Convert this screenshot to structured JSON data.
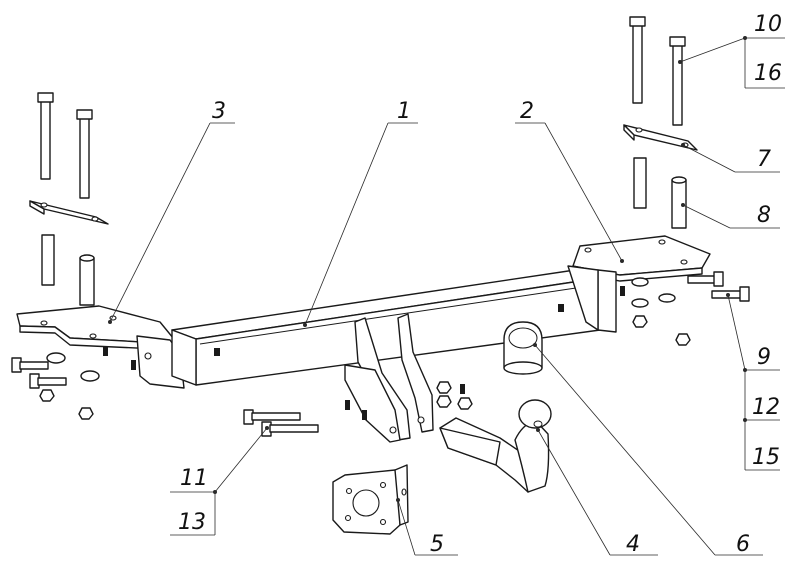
{
  "callouts": {
    "c1": "1",
    "c2": "2",
    "c3": "3",
    "c4": "4",
    "c5": "5",
    "c6": "6",
    "c7": "7",
    "c8": "8",
    "c9": "9",
    "c10": "10",
    "c11": "11",
    "c12": "12",
    "c13": "13",
    "c15": "15",
    "c16": "16"
  }
}
